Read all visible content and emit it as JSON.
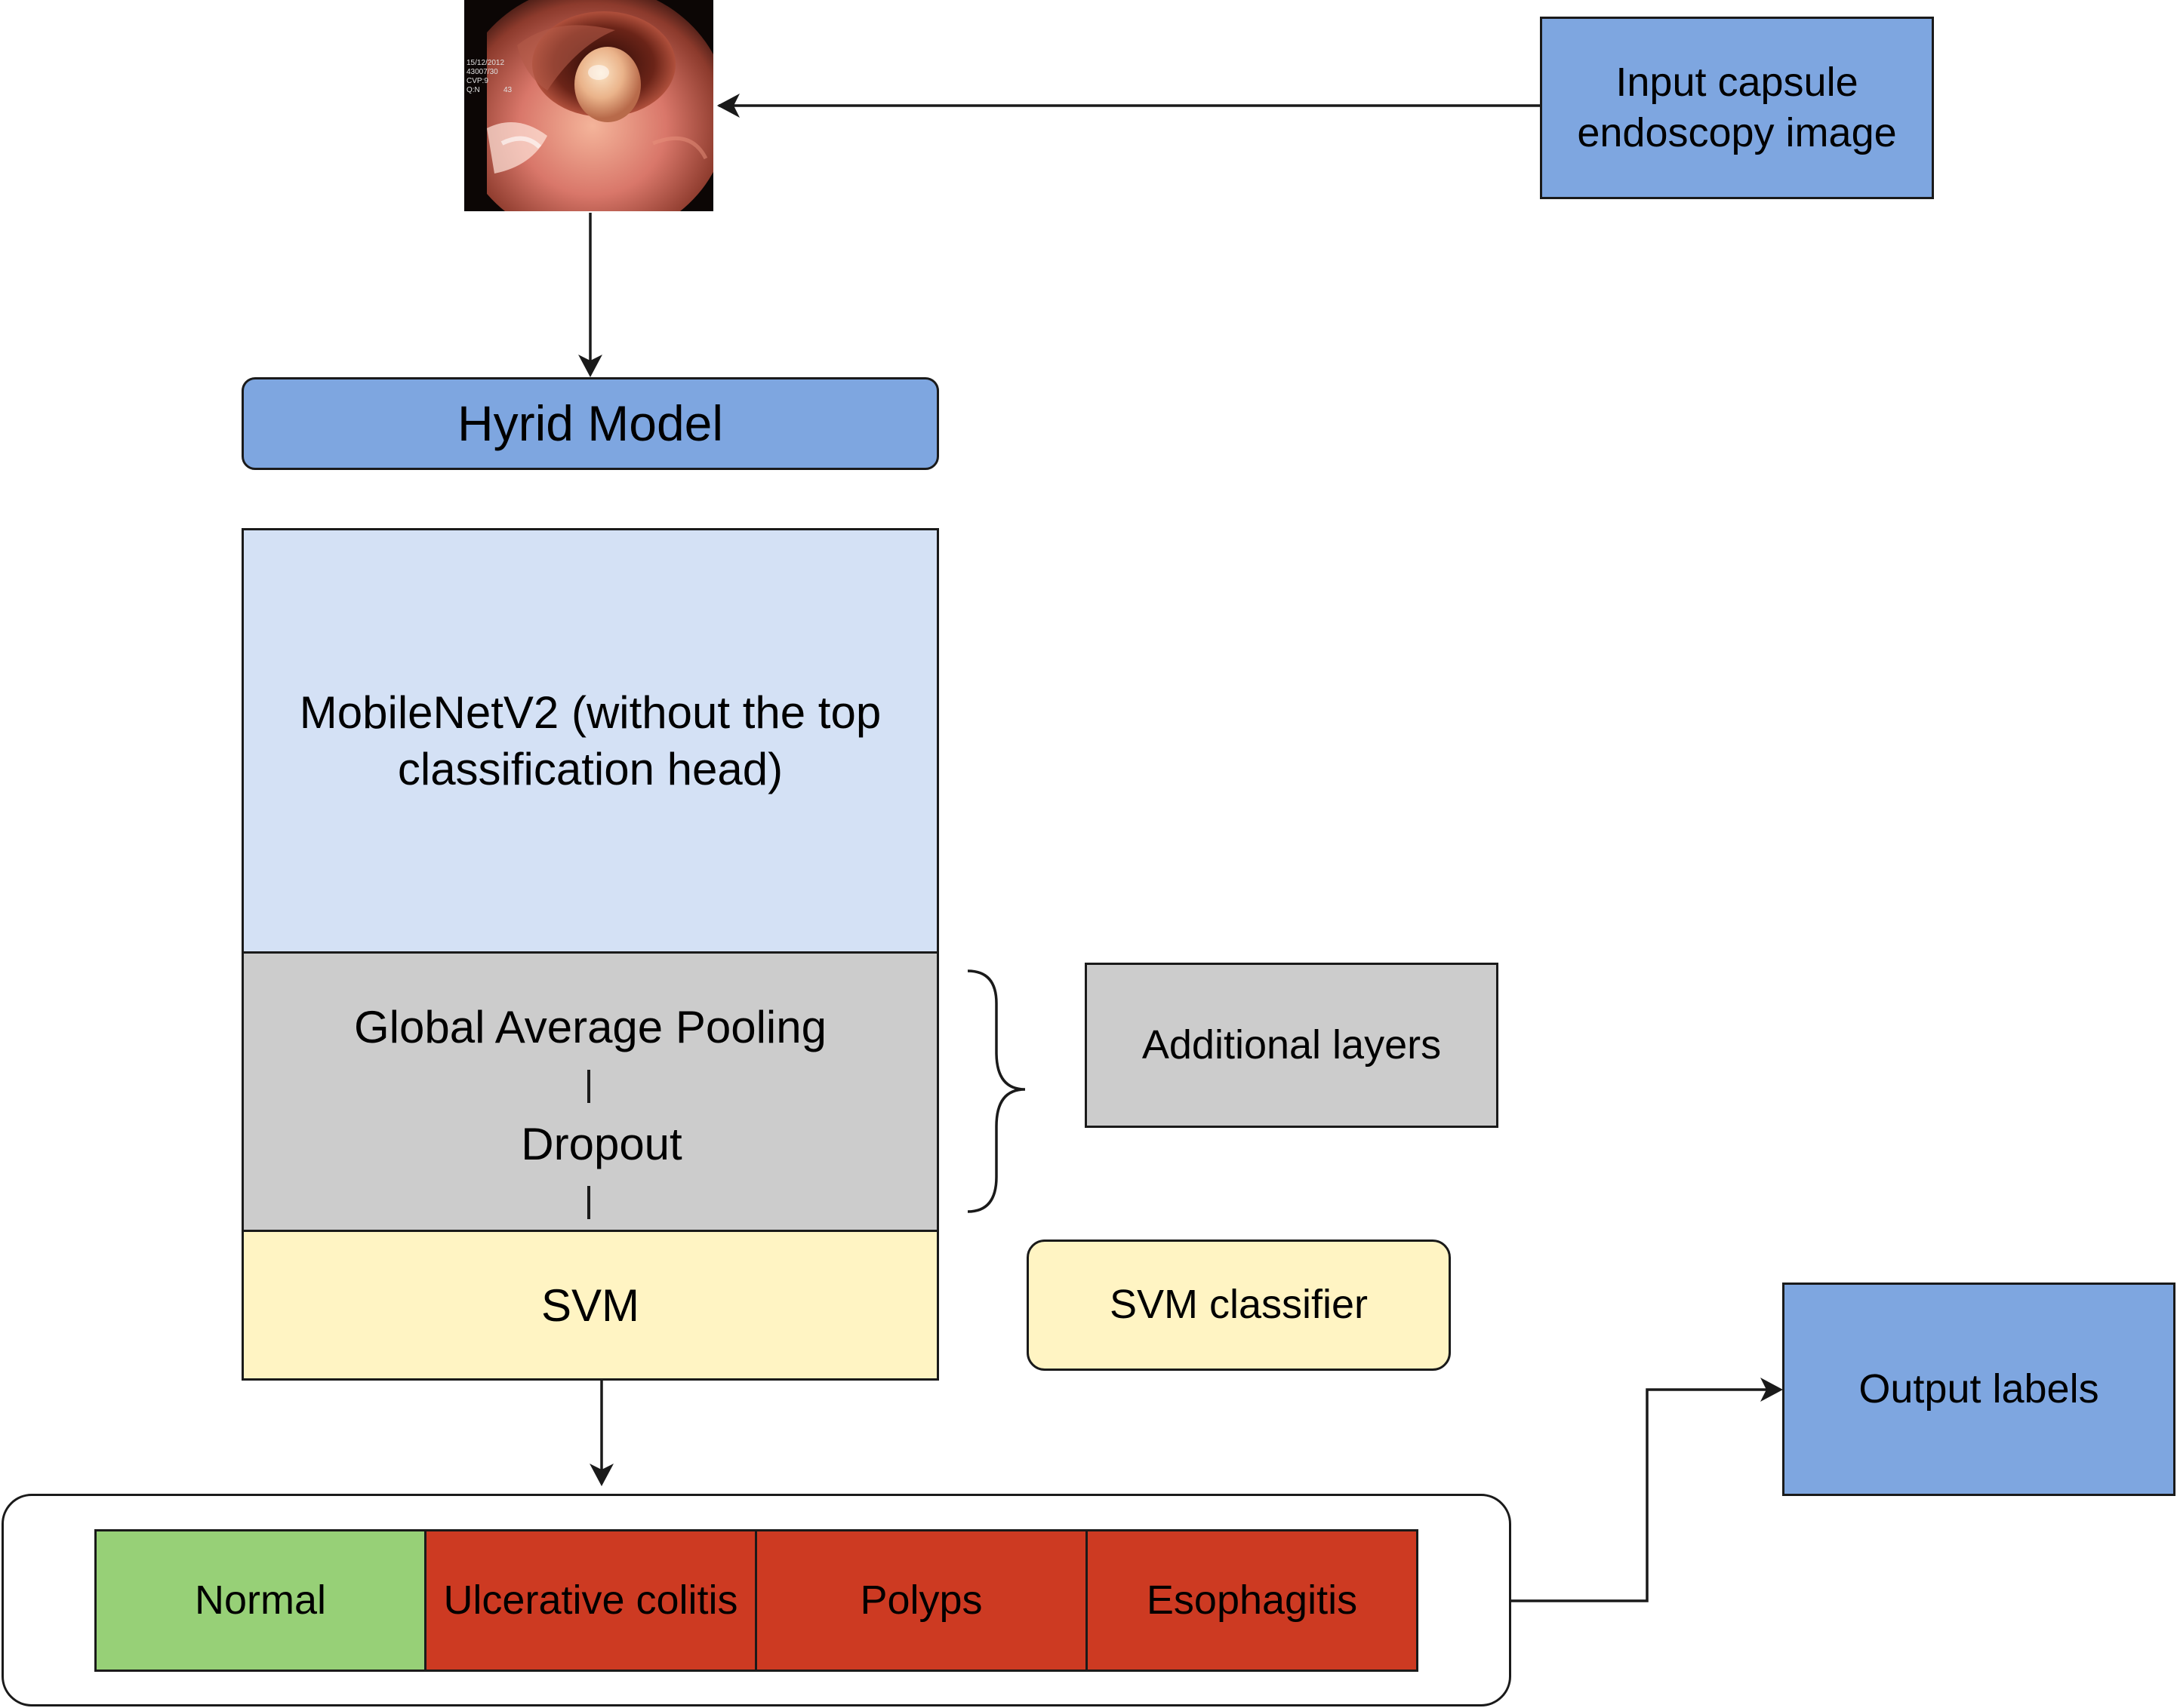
{
  "input": {
    "label": "Input capsule endoscopy image"
  },
  "photo": {
    "overlay_lines": [
      "15/12/2012",
      "43007/30",
      "CVP:9",
      "Q:N"
    ],
    "overlay_number": "43"
  },
  "hybrid_model": {
    "label": "Hyrid Model"
  },
  "mobilenet": {
    "label": "MobileNetV2 (without the top classification head)"
  },
  "additional": {
    "pooling_label": "Global Average Pooling",
    "dropout_label": "Dropout",
    "side_label": "Additional layers"
  },
  "svm": {
    "label": "SVM",
    "side_label": "SVM classifier"
  },
  "classes": [
    {
      "label": "Normal",
      "color": "#97d077"
    },
    {
      "label": "Ulcerative colitis",
      "color": "#cd3a22"
    },
    {
      "label": "Polyps",
      "color": "#cd3a22"
    },
    {
      "label": "Esophagitis",
      "color": "#cd3a22"
    }
  ],
  "output": {
    "label": "Output labels"
  },
  "colors": {
    "blue": "#7ea6e0",
    "light_blue": "#d4e1f5",
    "gray": "#cccccc",
    "yellow": "#fff4c3",
    "stroke": "#1a1a1a"
  }
}
